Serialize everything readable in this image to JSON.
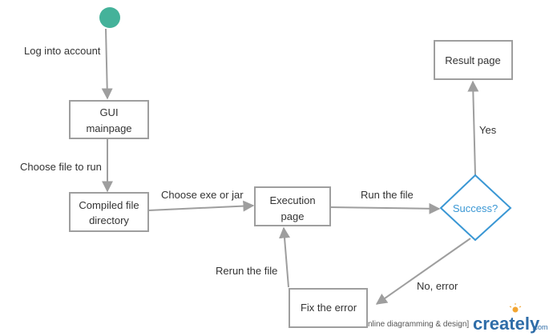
{
  "colors": {
    "start_node": "#44b29a",
    "box_stroke": "#9e9e9e",
    "decision_stroke": "#3a97d4",
    "brand": "#2f6da8",
    "bulb": "#f2a531"
  },
  "nodes": {
    "gui_line1": "GUI",
    "gui_line2": "mainpage",
    "compiled_line1": "Compiled file",
    "compiled_line2": "directory",
    "execution_line1": "Execution",
    "execution_line2": "page",
    "decision": "Success?",
    "result": "Result page",
    "fix": "Fix the error"
  },
  "edges": {
    "login": "Log into account",
    "choose_file": "Choose file to run",
    "choose_exe": "Choose exe or jar",
    "run_file": "Run the file",
    "yes": "Yes",
    "no_error": "No,  error",
    "rerun": "Rerun the file"
  },
  "watermark": {
    "text": "nline diagramming & design]",
    "brand": "creately",
    "brand_suffix": ".com",
    "icon": "lightbulb-icon"
  }
}
